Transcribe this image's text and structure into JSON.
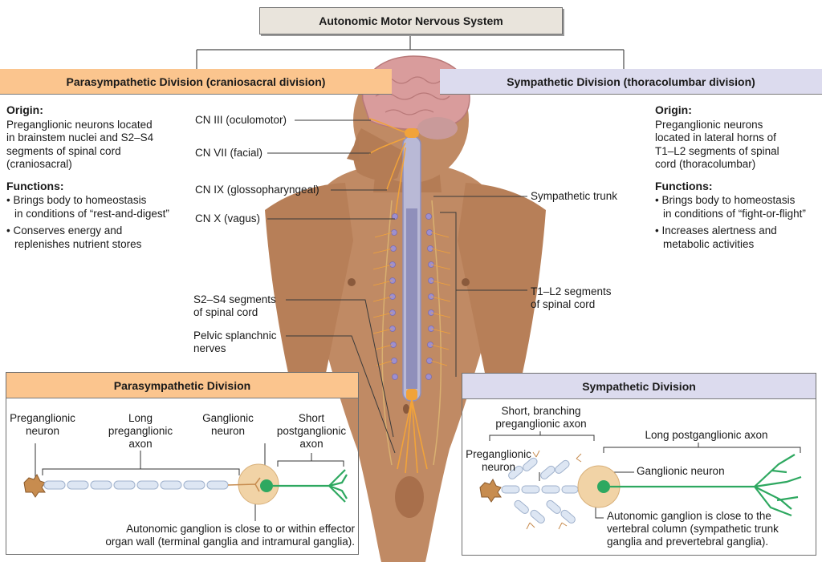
{
  "title": "Autonomic Motor Nervous System",
  "parasympathetic": {
    "banner": "Parasympathetic Division (craniosacral division)",
    "origin_heading": "Origin:",
    "origin_lines": [
      "Preganglionic neurons located",
      "in brainstem nuclei and S2–S4",
      "segments of spinal cord",
      "(craniosacral)"
    ],
    "functions_heading": "Functions:",
    "function_1": [
      "• Brings body to homeostasis",
      "in conditions of “rest-and-digest”"
    ],
    "function_2": [
      "• Conserves energy and",
      "replenishes nutrient stores"
    ]
  },
  "sympathetic": {
    "banner": "Sympathetic Division (thoracolumbar division)",
    "origin_heading": "Origin:",
    "origin_lines": [
      "Preganglionic neurons",
      "located in lateral horns of",
      "T1–L2 segments of spinal",
      "cord (thoracolumbar)"
    ],
    "functions_heading": "Functions:",
    "function_1": [
      "• Brings body to homeostasis",
      "in conditions of “fight-or-flight”"
    ],
    "function_2": [
      "• Increases alertness and",
      "metabolic activities"
    ]
  },
  "body_labels": {
    "cn3": "CN III (oculomotor)",
    "cn7": "CN VII (facial)",
    "cn9": "CN IX (glossopharyngeal)",
    "cn10": "CN X (vagus)",
    "s2s4": [
      "S2–S4 segments",
      "of spinal cord"
    ],
    "pelvic": [
      "Pelvic splanchnic",
      "nerves"
    ],
    "sym_trunk": "Sympathetic trunk",
    "t1l2": [
      "T1–L2 segments",
      "of spinal cord"
    ]
  },
  "para_panel": {
    "title": "Parasympathetic Division",
    "pre_neuron": [
      "Preganglionic",
      "neuron"
    ],
    "long_axon": [
      "Long",
      "preganglionic",
      "axon"
    ],
    "gang_neuron": [
      "Ganglionic",
      "neuron"
    ],
    "short_axon": [
      "Short",
      "postganglionic",
      "axon"
    ],
    "ganglion_note": [
      "Autonomic ganglion is close to or within effector",
      "organ wall (terminal ganglia and intramural ganglia)."
    ]
  },
  "symp_panel": {
    "title": "Sympathetic Division",
    "short_axon": [
      "Short, branching",
      "preganglionic axon"
    ],
    "long_axon": "Long postganglionic axon",
    "pre_neuron": [
      "Preganglionic",
      "neuron"
    ],
    "gang_neuron": "Ganglionic neuron",
    "ganglion_note": [
      "Autonomic ganglion is close to the",
      "vertebral column (sympathetic trunk",
      "ganglia and prevertebral ganglia)."
    ]
  },
  "colors": {
    "para_banner": "#fbc58e",
    "symp_banner": "#dcdbee",
    "title_box": "#e9e4dc",
    "skin": "#c08a64",
    "nerve_orange": "#f1a33a",
    "axon_green": "#2ea860",
    "ganglion": "#f1d3a6",
    "brain": "#d99c9c",
    "spinal_cord": "#8f8fbb"
  }
}
